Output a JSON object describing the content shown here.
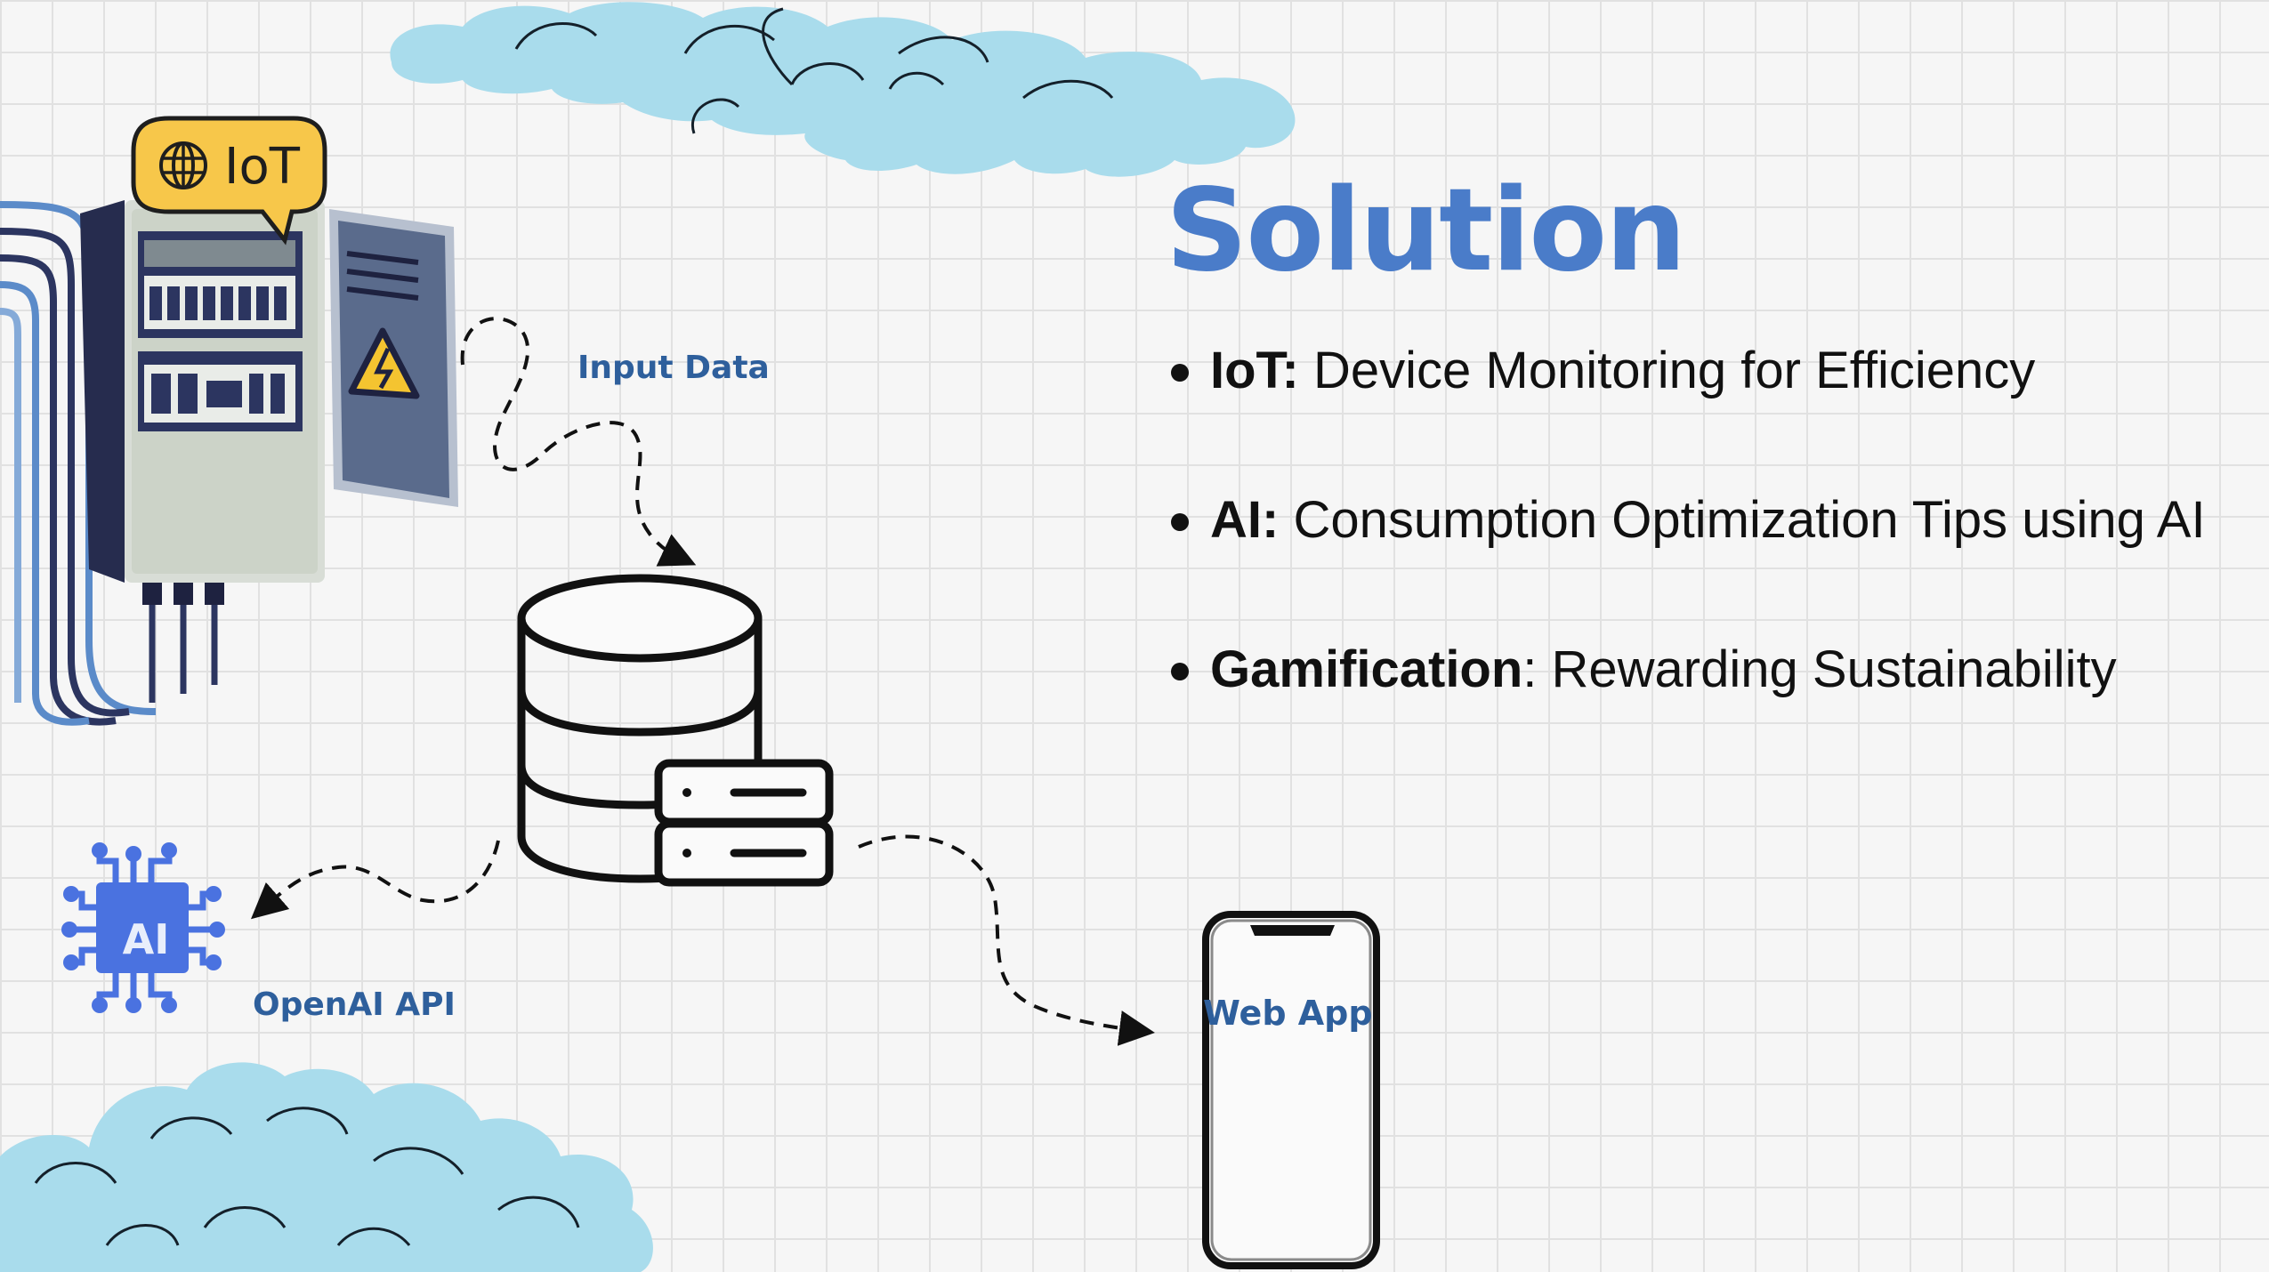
{
  "title": "Solution",
  "bullets": [
    {
      "label": "IoT:",
      "text": " Device Monitoring for Efficiency"
    },
    {
      "label": "AI:",
      "text": " Consumption Optimization Tips using AI"
    },
    {
      "label": "Gamification",
      "text": ": Rewarding Sustainability"
    }
  ],
  "diagram": {
    "iot_badge": "IoT",
    "ai_chip": "AI",
    "input_data_label": "Input Data",
    "openai_label": "OpenAI API",
    "webapp_label": "Web App"
  },
  "colors": {
    "title": "#4a7cc9",
    "label": "#2e5f9c",
    "cloud": "#a9dcec",
    "badge": "#f7c74a",
    "ai_chip": "#4a72e0",
    "warning": "#f4c430"
  },
  "icons": [
    "cloud-icon",
    "globe-icon",
    "electrical-panel-icon",
    "warning-icon",
    "database-icon",
    "server-icon",
    "ai-chip-icon",
    "smartphone-icon",
    "dashed-arrow-icon"
  ]
}
